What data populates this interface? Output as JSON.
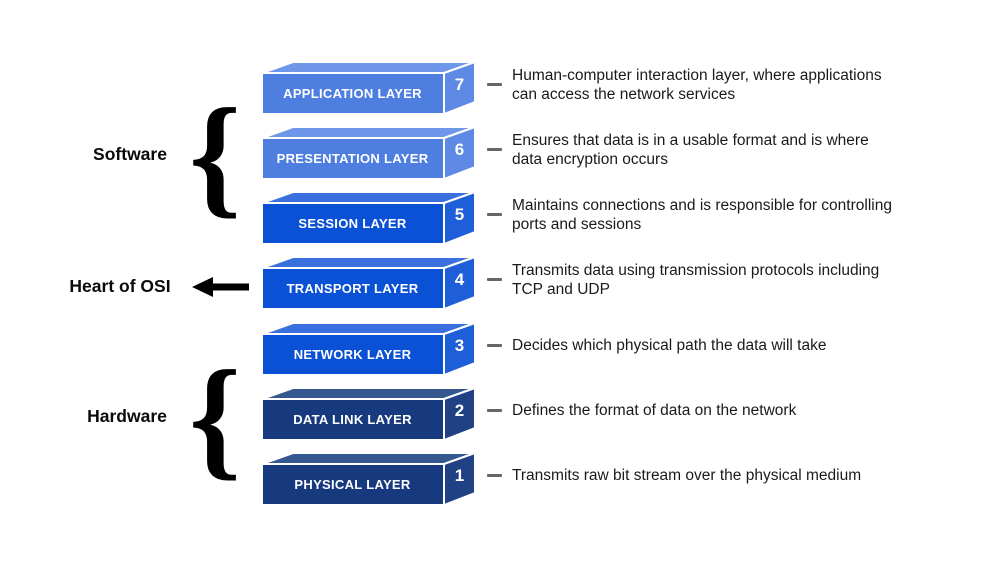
{
  "annotations": {
    "software": {
      "label": "Software",
      "brace_glyph": "{"
    },
    "heart_of_osi": {
      "label": "Heart of OSI",
      "arrow_icon": "left-arrow"
    },
    "hardware": {
      "label": "Hardware",
      "brace_glyph": "{"
    }
  },
  "palette": {
    "tier_light": {
      "front": "#4D7EE0",
      "top": "#6F97E9",
      "side": "#5E8AE5"
    },
    "tier_mid": {
      "front": "#0B51D5",
      "top": "#3A70DE",
      "side": "#1F5ED9"
    },
    "tier_dark": {
      "front": "#163A7D",
      "top": "#35578F",
      "side": "#204183"
    },
    "label_text": "#FFFFFF",
    "description_text": "#1A1A1A",
    "annotation_text": "#000000",
    "dash": "#666666"
  },
  "layers": [
    {
      "number": "7",
      "name": "APPLICATION LAYER",
      "tier": "light",
      "description": "Human-computer interaction layer, where applications can access the network services"
    },
    {
      "number": "6",
      "name": "PRESENTATION LAYER",
      "tier": "light",
      "description": "Ensures that data is in a usable format and is where data encryption occurs"
    },
    {
      "number": "5",
      "name": "SESSION LAYER",
      "tier": "mid",
      "description": "Maintains connections and is responsible for controlling ports and sessions"
    },
    {
      "number": "4",
      "name": "TRANSPORT LAYER",
      "tier": "mid",
      "description": "Transmits data using transmission protocols including TCP and UDP"
    },
    {
      "number": "3",
      "name": "NETWORK LAYER",
      "tier": "mid",
      "description": "Decides which physical path the data will take"
    },
    {
      "number": "2",
      "name": "DATA LINK LAYER",
      "tier": "dark",
      "description": "Defines the format of data on the network"
    },
    {
      "number": "1",
      "name": "PHYSICAL LAYER",
      "tier": "dark",
      "description": "Transmits raw bit stream over the physical medium"
    }
  ]
}
